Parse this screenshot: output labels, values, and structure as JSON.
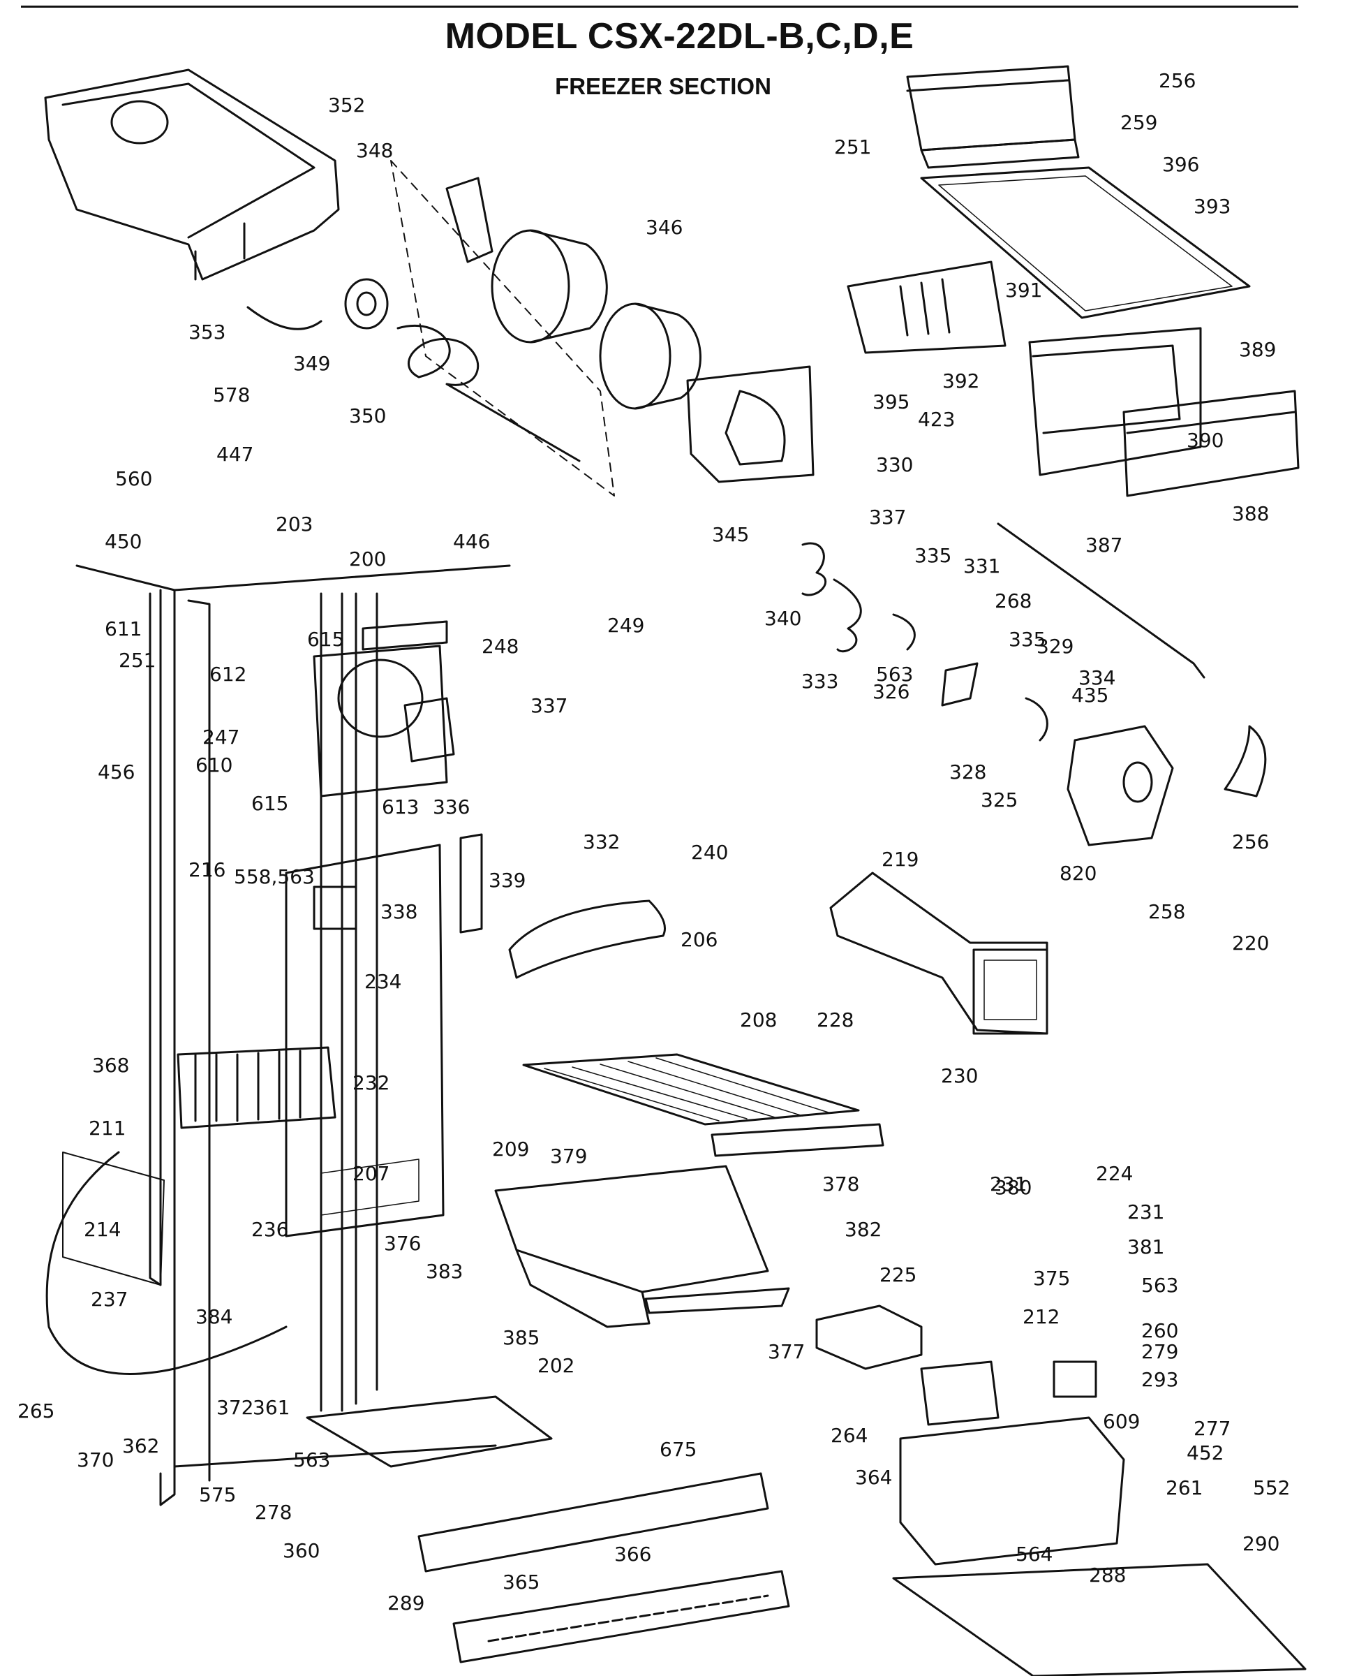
{
  "header": {
    "title": "MODEL CSX-22DL-B,C,D,E",
    "subtitle": "FREEZER SECTION"
  },
  "callouts": [
    "256",
    "352",
    "259",
    "348",
    "396",
    "251",
    "346",
    "393",
    "391",
    "353",
    "349",
    "389",
    "350",
    "578",
    "392",
    "395",
    "423",
    "390",
    "447",
    "345",
    "330",
    "388",
    "560",
    "337",
    "387",
    "203",
    "450",
    "446",
    "335",
    "331",
    "200",
    "611",
    "249",
    "615",
    "248",
    "268",
    "251",
    "612",
    "337",
    "335",
    "329",
    "334",
    "340",
    "333",
    "326",
    "563",
    "435",
    "456",
    "247",
    "610",
    "615",
    "613",
    "336",
    "332",
    "328",
    "325",
    "256",
    "820",
    "240",
    "219",
    "216",
    "558,563",
    "339",
    "338",
    "258",
    "220",
    "206",
    "208",
    "228",
    "234",
    "368",
    "232",
    "230",
    "211",
    "207",
    "209",
    "379",
    "378",
    "380",
    "224",
    "231",
    "231",
    "214",
    "236",
    "382",
    "376",
    "383",
    "381",
    "225",
    "375",
    "563",
    "237",
    "212",
    "384",
    "385",
    "377",
    "260",
    "279",
    "293",
    "202",
    "265",
    "372",
    "361",
    "362",
    "264",
    "609",
    "277",
    "370",
    "563",
    "675",
    "364",
    "452",
    "261",
    "552",
    "575",
    "278",
    "360",
    "564",
    "366",
    "290",
    "365",
    "288",
    "289"
  ]
}
